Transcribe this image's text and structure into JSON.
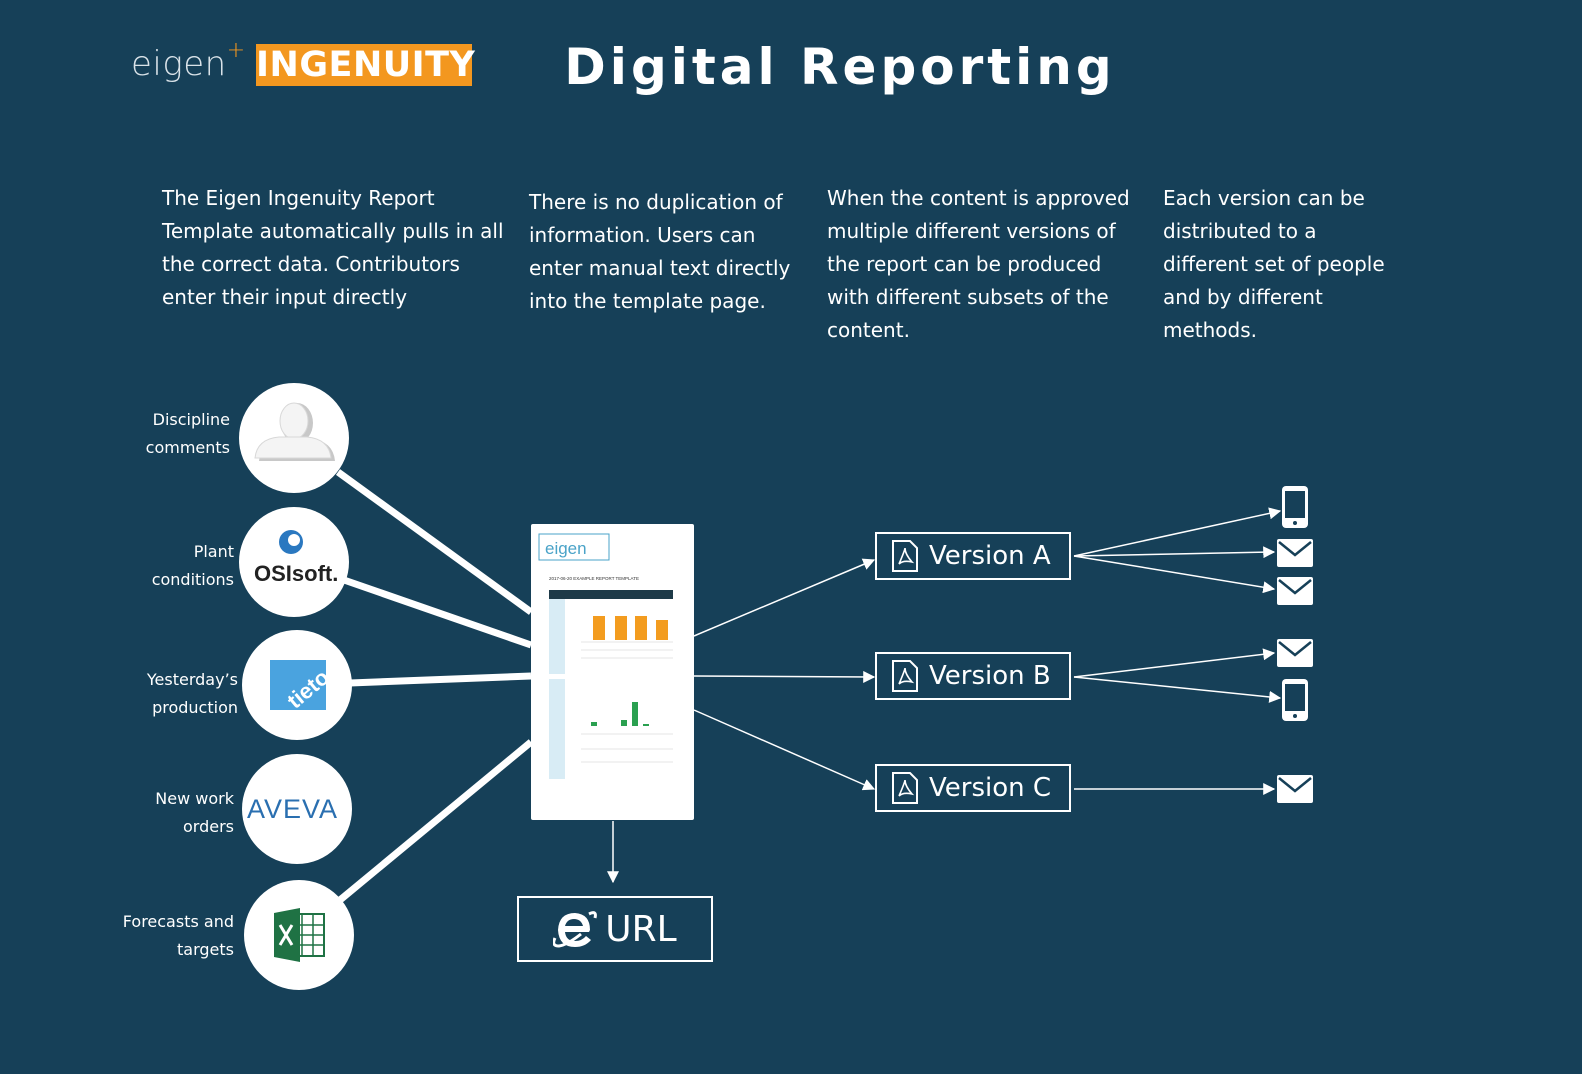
{
  "header": {
    "logo_eigen": "eigen",
    "logo_plus": "+",
    "logo_ingenuity": "INGENUITY",
    "title": "Digital Reporting"
  },
  "paragraphs": [
    "The Eigen Ingenuity Report Template automatically pulls in all the correct data.  Contributors enter their input directly",
    "There is no duplication of information.  Users can enter manual text directly into the template page.",
    "When the content is approved multiple different versions of the report can be produced with different subsets of the content.",
    "Each version can be distributed to a different set of people and by different methods."
  ],
  "sources": [
    {
      "label_line1": "Discipline",
      "label_line2": "comments",
      "icon": "person-icon"
    },
    {
      "label_line1": "Plant",
      "label_line2": "conditions",
      "icon": "osisoft-logo",
      "logo_text": "OSIsoft."
    },
    {
      "label_line1": "Yesterday’s",
      "label_line2": "production",
      "icon": "tieto-logo",
      "logo_text": "tieto"
    },
    {
      "label_line1": "New work",
      "label_line2": "orders",
      "icon": "aveva-logo",
      "logo_text": "AVEVA"
    },
    {
      "label_line1": "Forecasts and",
      "label_line2": "targets",
      "icon": "excel-icon"
    }
  ],
  "report": {
    "logo": "eigen",
    "title": "2017-06-20 EXAMPLE REPORT TEMPLATE"
  },
  "versions": [
    {
      "label": "Version A",
      "channels": [
        "phone-icon",
        "mail-icon",
        "mail-icon"
      ]
    },
    {
      "label": "Version B",
      "channels": [
        "mail-icon",
        "phone-icon"
      ]
    },
    {
      "label": "Version C",
      "channels": [
        "mail-icon"
      ]
    }
  ],
  "url_output": {
    "label": "URL",
    "icon": "internet-explorer-icon"
  },
  "colors": {
    "background": "#164058",
    "accent": "#f3971f",
    "line": "#ffffff"
  }
}
